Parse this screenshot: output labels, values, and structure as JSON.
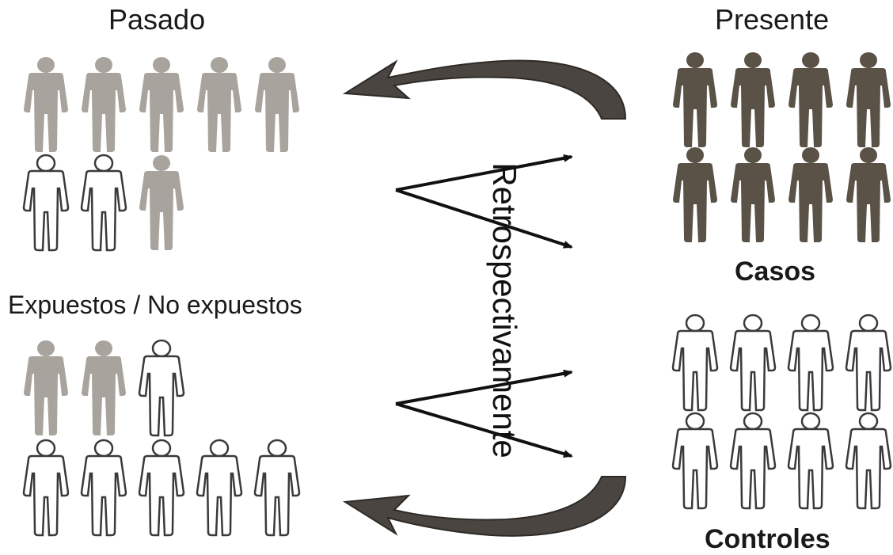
{
  "titles": {
    "past": "Pasado",
    "present": "Presente"
  },
  "labels": {
    "exposed_unexposed": "Expuestos / No expuestos",
    "cases": "Casos",
    "controls": "Controles",
    "direction": "Retrospectivamente"
  },
  "colors": {
    "past_exposed": "#a8a49d",
    "present_case": "#5a5147",
    "unexposed": "#ffffff",
    "outline": "#3a3a3a",
    "arrow": "#4a4540"
  },
  "groups": {
    "past_top": {
      "exposed": 6,
      "unexposed": 2
    },
    "past_bottom": {
      "exposed": 2,
      "unexposed": 6
    },
    "cases": 8,
    "controls": 8
  }
}
